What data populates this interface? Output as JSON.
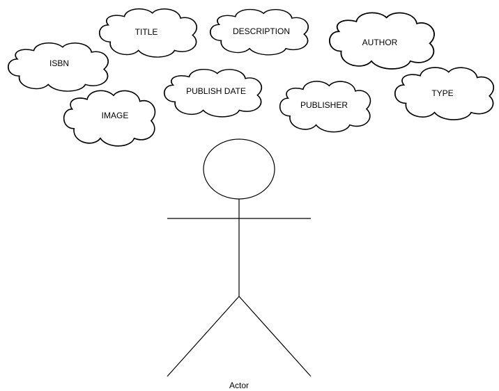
{
  "diagram": {
    "clouds": [
      {
        "id": "title",
        "label": "TITLE"
      },
      {
        "id": "description",
        "label": "DESCRIPTION"
      },
      {
        "id": "author",
        "label": "AUTHOR"
      },
      {
        "id": "isbn",
        "label": "ISBN"
      },
      {
        "id": "publish-date",
        "label": "PUBLISH DATE"
      },
      {
        "id": "publisher",
        "label": "PUBLISHER"
      },
      {
        "id": "type",
        "label": "TYPE"
      },
      {
        "id": "image",
        "label": "IMAGE"
      }
    ],
    "actor": {
      "label": "Actor"
    },
    "colors": {
      "stroke": "#000000",
      "fill": "#ffffff",
      "background": "#ffffff"
    }
  }
}
